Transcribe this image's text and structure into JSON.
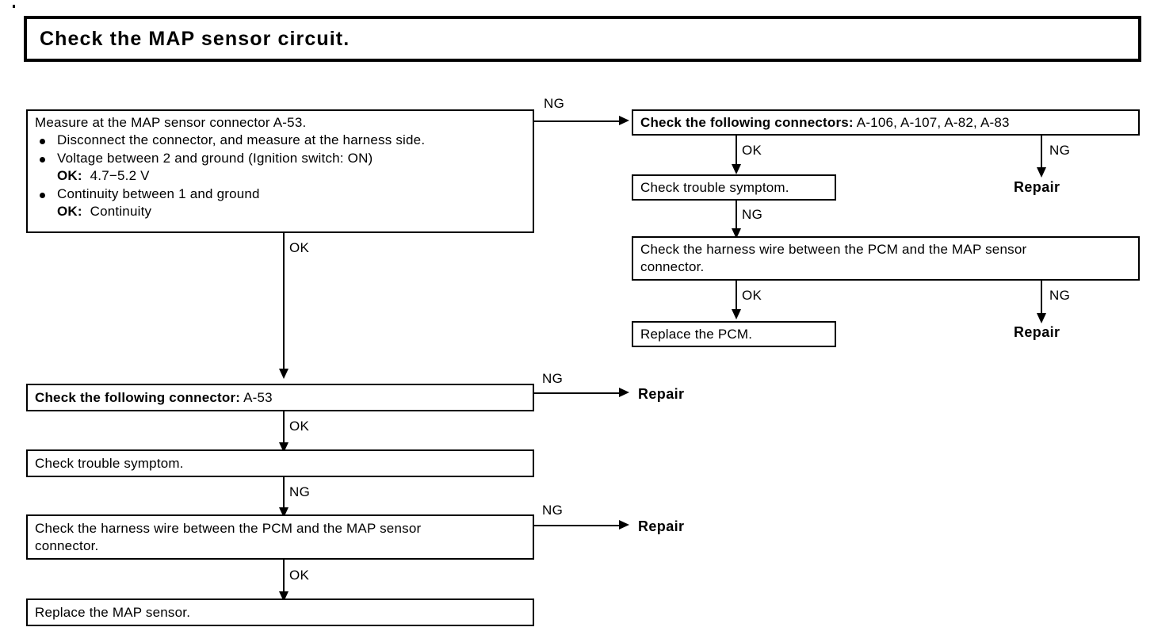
{
  "title": {
    "text": "Check the MAP sensor circuit."
  },
  "artifact": {
    "name": "scan-speck"
  },
  "left_column": {
    "measure_box": {
      "heading": "Measure at the MAP sensor connector A-53.",
      "bullets": [
        {
          "text": "Disconnect the connector, and measure at the harness side."
        },
        {
          "text": "Voltage between 2 and ground (Ignition switch: ON)"
        },
        {
          "text": "Continuity between 1 and ground"
        }
      ],
      "sub_lines": [
        {
          "label": "OK:",
          "value": "4.7−5.2 V"
        },
        {
          "label": "OK:",
          "value": "Continuity"
        }
      ]
    },
    "connector_box": {
      "bold_prefix": "Check the following connector:",
      "value": "A-53"
    },
    "trouble_symptom_box": {
      "text": "Check trouble symptom."
    },
    "harness_box": {
      "line1": "Check the harness wire between the PCM and the MAP sensor",
      "line2": "connector."
    },
    "replace_box": {
      "text": "Replace the MAP sensor."
    },
    "edges": {
      "measure_ng": "NG",
      "measure_ok": "OK",
      "connector_ng": "NG",
      "connector_ok": "OK",
      "symptom_ng": "NG",
      "harness_ng": "NG",
      "harness_ok": "OK"
    },
    "terminals": {
      "connector_repair": "Repair",
      "harness_repair": "Repair"
    }
  },
  "right_column": {
    "connectors_box": {
      "bold_prefix": "Check the following connectors:",
      "value": "A-106, A-107, A-82, A-83"
    },
    "trouble_symptom_box": {
      "text": "Check trouble symptom."
    },
    "harness_box": {
      "line1": "Check the harness wire between the PCM and the MAP sensor",
      "line2": "connector."
    },
    "replace_box": {
      "text": "Replace the PCM."
    },
    "edges": {
      "connectors_ok": "OK",
      "connectors_ng": "NG",
      "symptom_ng": "NG",
      "harness_ok": "OK",
      "harness_ng": "NG"
    },
    "terminals": {
      "connectors_repair": "Repair",
      "harness_repair": "Repair"
    }
  }
}
